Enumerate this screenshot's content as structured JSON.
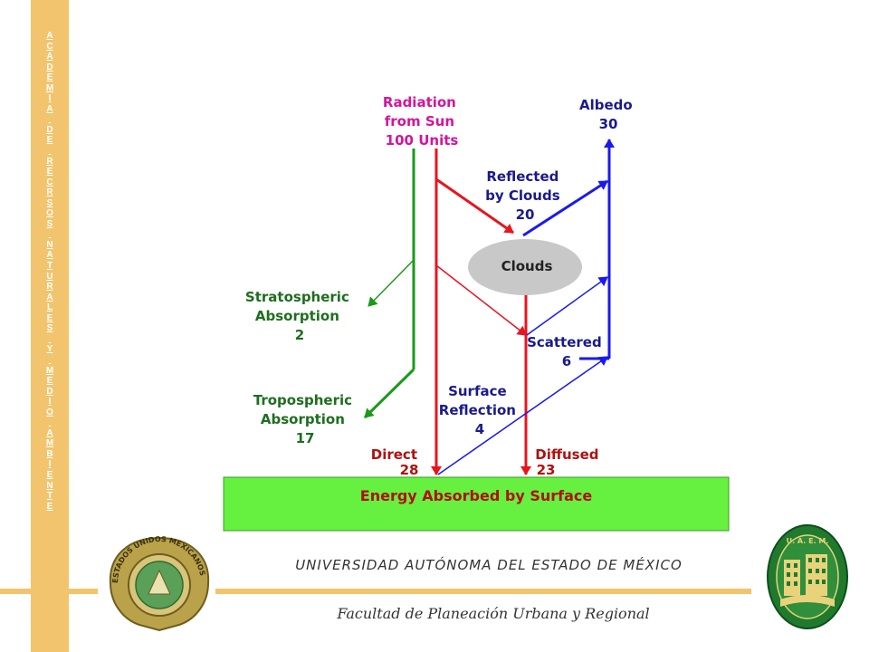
{
  "sidebar": {
    "letters": [
      "A",
      "C",
      "A",
      "D",
      "E",
      "M",
      "I",
      "A",
      " ",
      "D",
      "E",
      " ",
      "R",
      "E",
      "C",
      "R",
      "S",
      "O",
      "S",
      " ",
      "N",
      "A",
      "T",
      "U",
      "R",
      "A",
      "L",
      "E",
      "S",
      " ",
      "Y",
      " ",
      "M",
      "E",
      "D",
      "I",
      "O",
      " ",
      "A",
      "M",
      "B",
      "I",
      "E",
      "N",
      "T",
      "E"
    ]
  },
  "diagram": {
    "radiation": [
      "Radiation",
      "from Sun",
      "100 Units"
    ],
    "albedo": [
      "Albedo",
      "30"
    ],
    "reflected": [
      "Reflected",
      "by Clouds",
      "20"
    ],
    "clouds": "Clouds",
    "stratospheric": [
      "Stratospheric",
      "Absorption",
      "2"
    ],
    "scattered": [
      "Scattered",
      "6"
    ],
    "tropospheric": [
      "Tropospheric",
      "Absorption",
      "17"
    ],
    "surface_reflection": [
      "Surface",
      "Reflection",
      "4"
    ],
    "direct": [
      "Direct",
      "28"
    ],
    "diffused": [
      "Diffused",
      "23"
    ],
    "energy": "Energy Absorbed by Surface"
  },
  "footer": {
    "university": "UNIVERSIDAD AUTÓNOMA DEL ESTADO DE MÉXICO",
    "faculty": "Facultad de Planeación Urbana y Regional",
    "seal_left_text": "ESTADOS UNIDOS MEXICANOS",
    "seal_right_text": "U. A. E. M."
  },
  "colors": {
    "sidebar": "#f2c46d",
    "green_arrow": "#1a9a1a",
    "red_arrow": "#e8141e",
    "blue_arrow": "#1a1aee",
    "magenta": "#d4149c",
    "label_blue": "#1a1a8c",
    "label_green": "#1e6e1e",
    "label_red": "#b01010",
    "surface_fill": "#66f040",
    "cloud_fill": "#c8c8c8"
  }
}
